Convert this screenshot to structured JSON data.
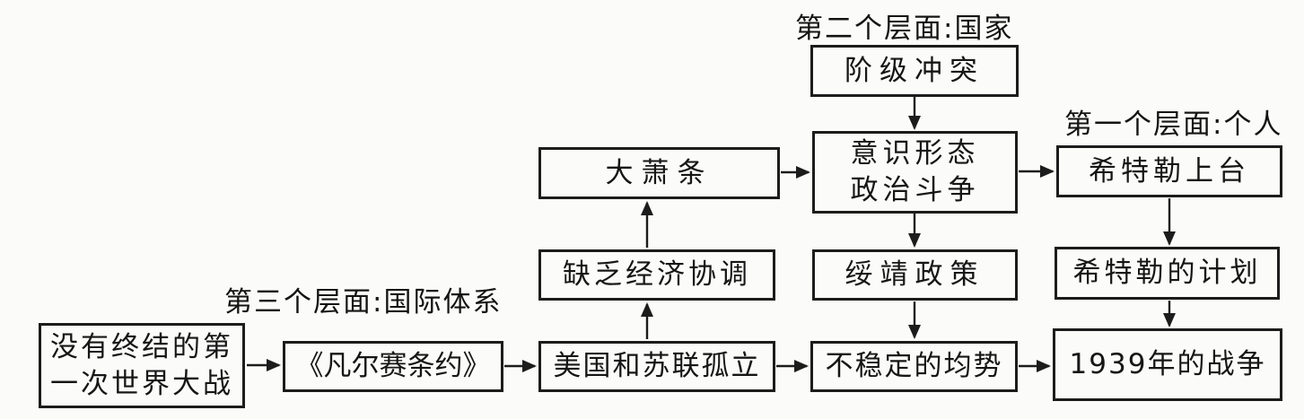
{
  "diagram": {
    "title_hint": "Three levels of analysis flowchart for the origins of the 1939 war",
    "colors": {
      "ink": "#1c1c1c",
      "background": "#fbfbf9"
    },
    "section_labels": {
      "level1": "第一个层面:个人",
      "level2": "第二个层面:国家",
      "level3": "第三个层面:国际体系"
    },
    "nodes": {
      "ww1_unfinished": {
        "lines": [
          "没有终结的第",
          "一次世界大战"
        ],
        "full": "没有终结的第一次世界大战"
      },
      "versailles": {
        "lines": [
          "《凡尔赛条约》"
        ],
        "full": "《凡尔赛条约》"
      },
      "us_ussr_isolation": {
        "lines": [
          "美国和苏联孤立"
        ],
        "full": "美国和苏联孤立"
      },
      "unstable_balance": {
        "lines": [
          "不稳定的均势"
        ],
        "full": "不稳定的均势"
      },
      "war_1939": {
        "lines": [
          "1939年的战争"
        ],
        "full": "1939年的战争"
      },
      "lack_econ_coordination": {
        "lines": [
          "缺乏经济协调"
        ],
        "full": "缺乏经济协调"
      },
      "appeasement": {
        "lines": [
          "绥靖政策"
        ],
        "full": "绥靖政策"
      },
      "hitler_plan": {
        "lines": [
          "希特勒的计划"
        ],
        "full": "希特勒的计划"
      },
      "great_depression": {
        "lines": [
          "大萧条"
        ],
        "full": "大萧条"
      },
      "ideology_struggle": {
        "lines": [
          "意识形态",
          "政治斗争"
        ],
        "full": "意识形态政治斗争"
      },
      "hitler_rise": {
        "lines": [
          "希特勒上台"
        ],
        "full": "希特勒上台"
      },
      "class_conflict": {
        "lines": [
          "阶级冲突"
        ],
        "full": "阶级冲突"
      }
    },
    "edges": [
      {
        "from": "ww1_unfinished",
        "to": "versailles",
        "direction": "right"
      },
      {
        "from": "versailles",
        "to": "us_ussr_isolation",
        "direction": "right"
      },
      {
        "from": "us_ussr_isolation",
        "to": "unstable_balance",
        "direction": "right"
      },
      {
        "from": "unstable_balance",
        "to": "war_1939",
        "direction": "right"
      },
      {
        "from": "us_ussr_isolation",
        "to": "lack_econ_coordination",
        "direction": "up"
      },
      {
        "from": "lack_econ_coordination",
        "to": "great_depression",
        "direction": "up"
      },
      {
        "from": "great_depression",
        "to": "ideology_struggle",
        "direction": "right"
      },
      {
        "from": "class_conflict",
        "to": "ideology_struggle",
        "direction": "down"
      },
      {
        "from": "ideology_struggle",
        "to": "hitler_rise",
        "direction": "right"
      },
      {
        "from": "ideology_struggle",
        "to": "appeasement",
        "direction": "down"
      },
      {
        "from": "appeasement",
        "to": "unstable_balance",
        "direction": "down"
      },
      {
        "from": "hitler_rise",
        "to": "hitler_plan",
        "direction": "down"
      },
      {
        "from": "hitler_plan",
        "to": "war_1939",
        "direction": "down"
      }
    ]
  }
}
